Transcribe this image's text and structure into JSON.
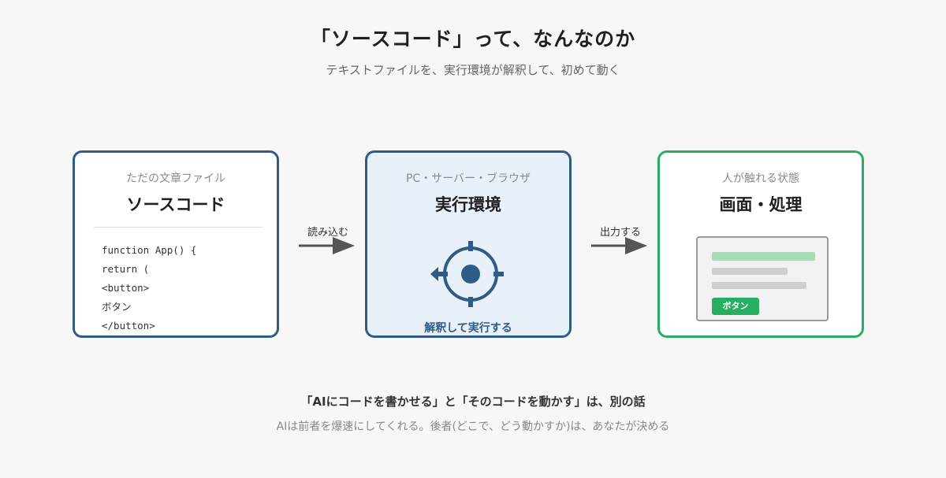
{
  "header": {
    "title": "「ソースコード」って、なんなのか",
    "subtitle": "テキストファイルを、実行環境が解釈して、初めて動く"
  },
  "boxes": {
    "source": {
      "subtitle": "ただの文章ファイル",
      "title": "ソースコード",
      "code_lines": [
        "function App() {",
        "return (",
        "<button>",
        "ボタン",
        "</button>"
      ]
    },
    "runtime": {
      "subtitle": "PC・サーバー・ブラウザ",
      "title": "実行環境",
      "caption": "解釈して実行する",
      "icon": "crosshair-icon"
    },
    "screen": {
      "subtitle": "人が触れる状態",
      "title": "画面・処理",
      "mock_button_label": "ボタン"
    }
  },
  "arrows": {
    "read_label": "読み込む",
    "output_label": "出力する"
  },
  "footer": {
    "main": "「AIにコードを書かせる」と「そのコードを動かす」は、別の話",
    "sub": "AIは前者を爆速にしてくれる。後者(どこで、どう動かすか)は、あなたが決める"
  },
  "colors": {
    "navy": "#2f5b86",
    "green": "#27ae60",
    "runtime_bg": "#e8f0fa",
    "arrow": "#555555"
  }
}
